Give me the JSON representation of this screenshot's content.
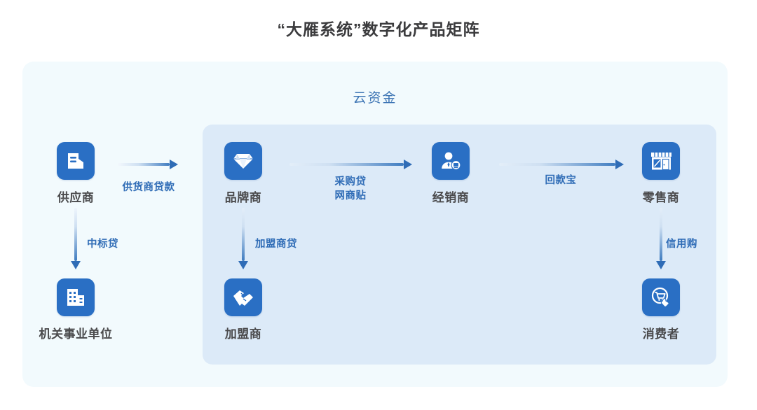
{
  "page": {
    "title": "“大雁系统”数字化产品矩阵"
  },
  "panels": {
    "outer": {
      "title": "云资金",
      "bg_color": "#f2fafd"
    },
    "inner": {
      "bg_color": "#dceaf8"
    }
  },
  "theme": {
    "icon_bg": "#2a6fc4",
    "arrow_color": "#2f6cb6",
    "label_color": "#2f6cb6",
    "node_text_color": "#4a4a4c",
    "title_color": "#3b3b3d",
    "panel_title_color": "#3f76b5"
  },
  "nodes": [
    {
      "id": "supplier",
      "label": "供应商",
      "icon": "supplier-document-icon"
    },
    {
      "id": "brand",
      "label": "品牌商",
      "icon": "diamond-icon"
    },
    {
      "id": "dealer",
      "label": "经销商",
      "icon": "person-badge-icon"
    },
    {
      "id": "retailer",
      "label": "零售商",
      "icon": "storefront-icon"
    },
    {
      "id": "gov",
      "label": "机关事业单位",
      "icon": "office-building-icon"
    },
    {
      "id": "franchise",
      "label": "加盟商",
      "icon": "handshake-icon"
    },
    {
      "id": "consumer",
      "label": "消费者",
      "icon": "cart-click-icon"
    }
  ],
  "flows": [
    {
      "id": "supplier-brand",
      "from": "供应商",
      "to": "品牌商",
      "label": "供货商贷款",
      "direction": "right"
    },
    {
      "id": "brand-dealer",
      "from": "品牌商",
      "to": "经销商",
      "label": "采购贷",
      "label2": "网商贴",
      "direction": "right"
    },
    {
      "id": "dealer-retailer",
      "from": "经销商",
      "to": "零售商",
      "label": "回款宝",
      "direction": "right"
    },
    {
      "id": "supplier-gov",
      "from": "供应商",
      "to": "机关事业单位",
      "label": "中标贷",
      "direction": "down"
    },
    {
      "id": "brand-franchise",
      "from": "品牌商",
      "to": "加盟商",
      "label": "加盟商贷",
      "direction": "down"
    },
    {
      "id": "retailer-consumer",
      "from": "零售商",
      "to": "消费者",
      "label": "信用购",
      "direction": "down"
    }
  ]
}
